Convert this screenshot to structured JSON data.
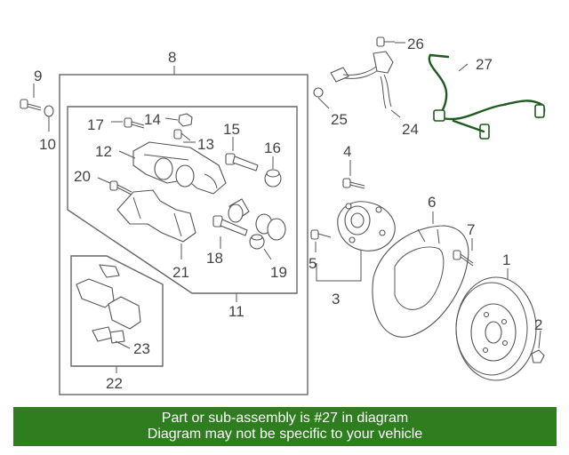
{
  "callouts": {
    "c1": "1",
    "c2": "2",
    "c3": "3",
    "c4": "4",
    "c5": "5",
    "c6": "6",
    "c7": "7",
    "c8": "8",
    "c9": "9",
    "c10": "10",
    "c11": "11",
    "c12": "12",
    "c13": "13",
    "c14": "14",
    "c15": "15",
    "c16": "16",
    "c17": "17",
    "c18": "18",
    "c19": "19",
    "c20": "20",
    "c21": "21",
    "c22": "22",
    "c23": "23",
    "c24": "24",
    "c25": "25",
    "c26": "26",
    "c27": "27"
  },
  "highlight_color": "#2e7d1e",
  "footer": {
    "line1": "Part or sub-assembly is #27 in diagram",
    "line2": "Diagram may not be specific to your vehicle"
  }
}
